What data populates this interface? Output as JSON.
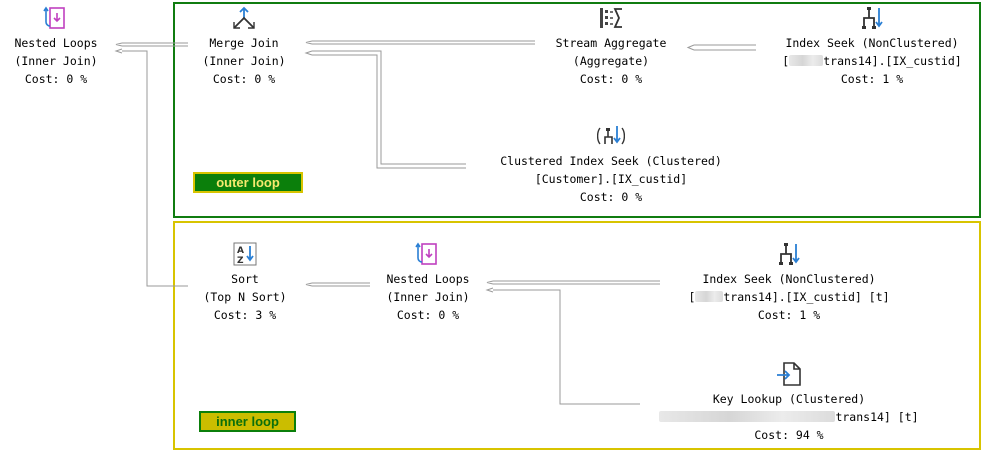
{
  "regions": {
    "outer_label": "outer loop",
    "inner_label": "inner loop"
  },
  "colors": {
    "outer_border": "#107c10",
    "inner_border": "#d8c400",
    "arrow": "#a9a9a9"
  },
  "nodes": {
    "nested_loops_root": {
      "icon": "nested-loops-icon",
      "line1": "Nested Loops",
      "line2": "(Inner Join)",
      "line3": "Cost: 0 %"
    },
    "merge_join": {
      "icon": "merge-join-icon",
      "line1": "Merge Join",
      "line2": "(Inner Join)",
      "line3": "Cost: 0 %"
    },
    "stream_aggregate": {
      "icon": "stream-aggregate-icon",
      "line1": "Stream Aggregate",
      "line2": "(Aggregate)",
      "line3": "Cost: 0 %"
    },
    "index_seek_outer": {
      "icon": "index-seek-icon",
      "line1": "Index Seek (NonClustered)",
      "line2_pre": "[",
      "line2": "trans14].[IX_custid]",
      "line3": "Cost: 1 %"
    },
    "clustered_index_seek": {
      "icon": "clustered-index-seek-icon",
      "line1": "Clustered Index Seek (Clustered)",
      "line2": "[Customer].[IX_custid]",
      "line3": "Cost: 0 %"
    },
    "sort": {
      "icon": "sort-icon",
      "line1": "Sort",
      "line2": "(Top N Sort)",
      "line3": "Cost: 3 %"
    },
    "nested_loops_inner": {
      "icon": "nested-loops-icon",
      "line1": "Nested Loops",
      "line2": "(Inner Join)",
      "line3": "Cost: 0 %"
    },
    "index_seek_inner": {
      "icon": "index-seek-icon",
      "line1": "Index Seek (NonClustered)",
      "line2_pre": "[",
      "line2": "trans14].[IX_custid] [t]",
      "line3": "Cost: 1 %"
    },
    "key_lookup": {
      "icon": "key-lookup-icon",
      "line1": "Key Lookup (Clustered)",
      "line2": "trans14] [t]",
      "line3": "Cost: 94 %"
    }
  }
}
